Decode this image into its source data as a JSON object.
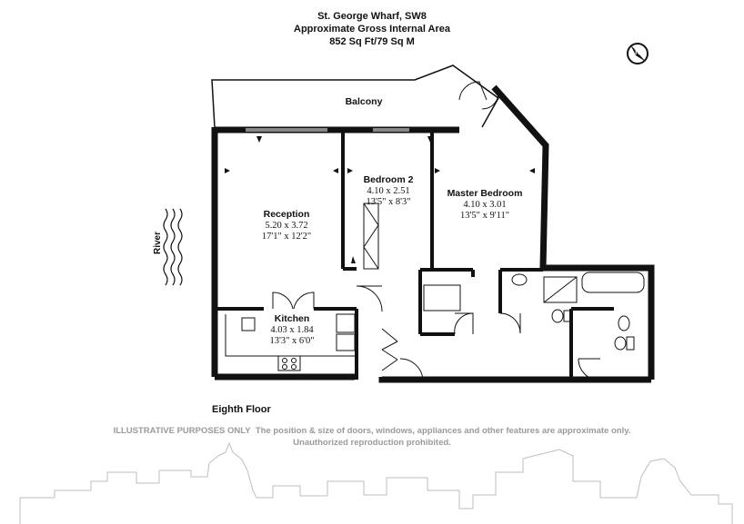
{
  "header": {
    "title": "St. George Wharf, SW8",
    "subtitle": "Approximate Gross Internal Area",
    "area": "852 Sq Ft/79 Sq M"
  },
  "rooms": {
    "balcony": {
      "name": "Balcony"
    },
    "bedroom2": {
      "name": "Bedroom 2",
      "metric": "4.10 x 2.51",
      "imperial": "13'5\" x 8'3\""
    },
    "master": {
      "name": "Master Bedroom",
      "metric": "4.10 x 3.01",
      "imperial": "13'5\" x 9'11\""
    },
    "reception": {
      "name": "Reception",
      "metric": "5.20 x 3.72",
      "imperial": "17'1\" x 12'2\""
    },
    "kitchen": {
      "name": "Kitchen",
      "metric": "4.03 x 1.84",
      "imperial": "13'3\" x 6'0\""
    }
  },
  "river_label": "River",
  "floor_label": "Eighth Floor",
  "disclaimer": {
    "lead": "ILLUSTRATIVE PURPOSES ONLY",
    "text": "The position & size of doors, windows, appliances and other features are approximate only.",
    "line2": "Unauthorized reproduction prohibited."
  },
  "compass": {
    "letter": "N"
  }
}
